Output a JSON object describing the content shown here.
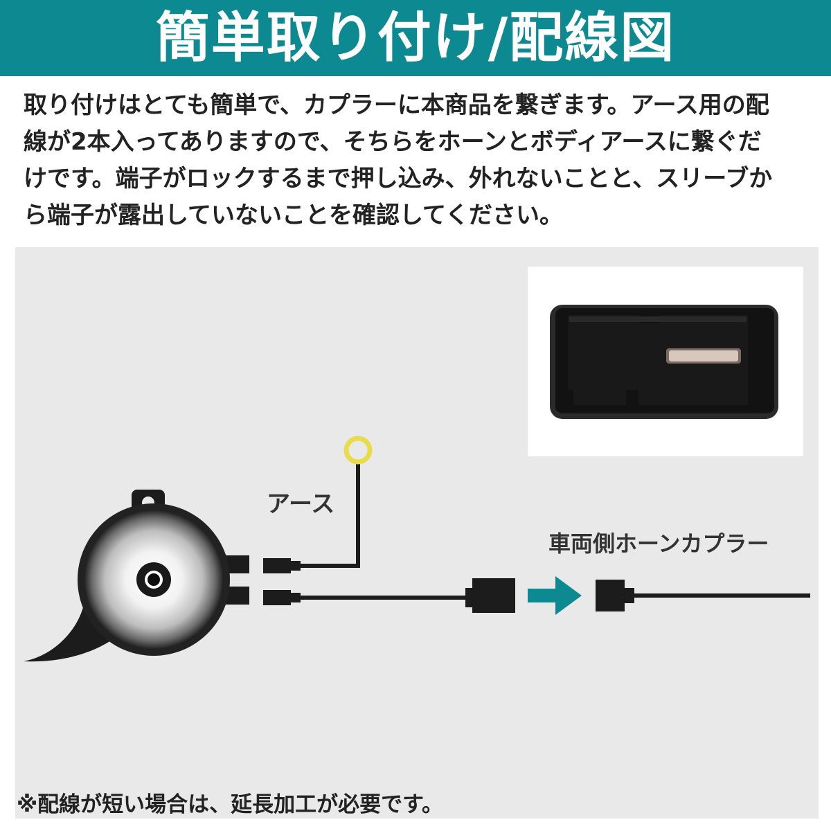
{
  "banner": {
    "title": "簡単取り付け/配線図"
  },
  "intro": {
    "text": "取り付けはとても簡単で、カプラーに本商品を繋ぎます。アース用の配\n線が2本入ってありますので、そちらをホーンとボディアースに繋ぐだ\nけです。端子がロックするまで押し込み、外れないことと、スリーブか\nら端子が露出していないことを確認してください。"
  },
  "diagram": {
    "earth_label": "アース",
    "coupler_label": "車両側ホーンカプラー",
    "footnote": "※配線が短い場合は、延長加工が必要です。"
  },
  "colors": {
    "banner": "#0d8a91",
    "arrow": "#0d8a91",
    "earth_ring": "#e8dc4a",
    "panel_background": "#e9e9e9"
  },
  "icons": {
    "horn": "car-horn-icon",
    "earth_terminal": "ring-terminal-icon",
    "arrow": "arrow-right-icon",
    "coupler_photo": "coupler-socket-photo"
  }
}
